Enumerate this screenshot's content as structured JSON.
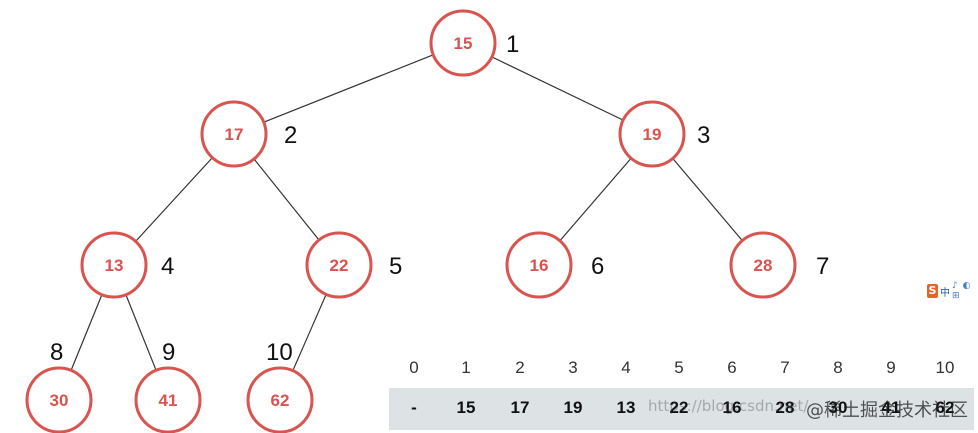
{
  "tree": {
    "nodes": [
      {
        "index": "1",
        "value": "15"
      },
      {
        "index": "2",
        "value": "17"
      },
      {
        "index": "3",
        "value": "19"
      },
      {
        "index": "4",
        "value": "13"
      },
      {
        "index": "5",
        "value": "22"
      },
      {
        "index": "6",
        "value": "16"
      },
      {
        "index": "7",
        "value": "28"
      },
      {
        "index": "8",
        "value": "30"
      },
      {
        "index": "9",
        "value": "41"
      },
      {
        "index": "10",
        "value": "62"
      }
    ],
    "edges": [
      [
        1,
        2
      ],
      [
        1,
        3
      ],
      [
        2,
        4
      ],
      [
        2,
        5
      ],
      [
        3,
        6
      ],
      [
        3,
        7
      ],
      [
        4,
        8
      ],
      [
        4,
        9
      ],
      [
        5,
        10
      ]
    ],
    "node_color": "#d9534f"
  },
  "array": {
    "indices": [
      "0",
      "1",
      "2",
      "3",
      "4",
      "5",
      "6",
      "7",
      "8",
      "9",
      "10"
    ],
    "values": [
      "-",
      "15",
      "17",
      "19",
      "13",
      "22",
      "16",
      "28",
      "30",
      "41",
      "62"
    ],
    "background": "#dde2e5"
  },
  "ime": {
    "logo": "S",
    "text": "中",
    "icons": "♪ ◐ ⊞"
  },
  "watermark": {
    "url": "https://blog.csdn.net/",
    "brand": "@稀土掘金技术社区"
  }
}
